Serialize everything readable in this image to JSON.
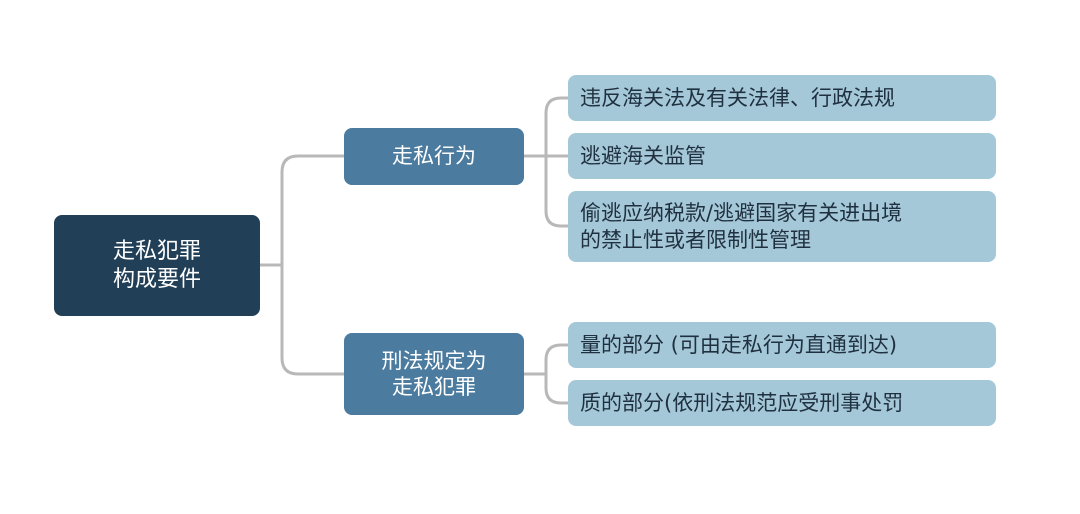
{
  "root": {
    "label": "走私犯罪\n构成要件"
  },
  "branches": [
    {
      "label": "走私行为",
      "leaves": [
        "违反海关法及有关法律、行政法规",
        "逃避海关监管",
        "偷逃应纳税款/逃避国家有关进出境\n的禁止性或者限制性管理"
      ]
    },
    {
      "label": "刑法规定为\n走私犯罪",
      "leaves": [
        "量的部分 (可由走私行为直通到达)",
        "质的部分(依刑法规范应受刑事处罚"
      ]
    }
  ],
  "colors": {
    "root": "#213f56",
    "branch": "#4b7b9f",
    "leaf": "#a5c8d8",
    "connector": "#b8b8b8"
  }
}
